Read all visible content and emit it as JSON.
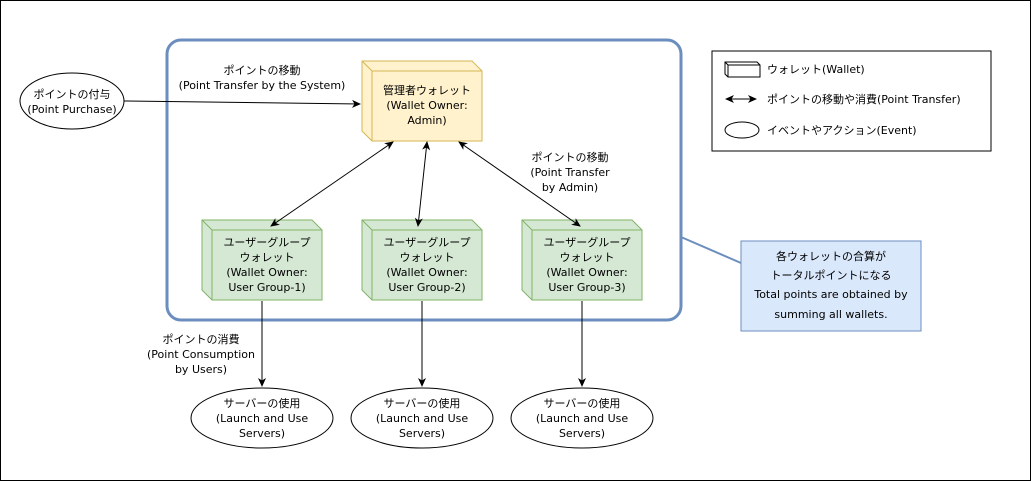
{
  "wallets": {
    "admin": {
      "line1": "管理者ウォレット",
      "line2": "(Wallet Owner:",
      "line3": "Admin)"
    },
    "group1": {
      "line1": "ユーザーグループ",
      "line2": "ウォレット",
      "line3": "(Wallet Owner:",
      "line4": "User Group-1)"
    },
    "group2": {
      "line1": "ユーザーグループ",
      "line2": "ウォレット",
      "line3": "(Wallet Owner:",
      "line4": "User Group-2)"
    },
    "group3": {
      "line1": "ユーザーグループ",
      "line2": "ウォレット",
      "line3": "(Wallet Owner:",
      "line4": "User Group-3)"
    }
  },
  "events": {
    "purchase": {
      "line1": "ポイントの付与",
      "line2": "(Point Purchase)"
    },
    "server1": {
      "line1": "サーバーの使用",
      "line2": "(Launch and Use",
      "line3": "Servers)"
    },
    "server2": {
      "line1": "サーバーの使用",
      "line2": "(Launch and Use",
      "line3": "Servers)"
    },
    "server3": {
      "line1": "サーバーの使用",
      "line2": "(Launch and Use",
      "line3": "Servers)"
    }
  },
  "edge_labels": {
    "system_transfer": {
      "line1": "ポイントの移動",
      "line2": "(Point Transfer by the System)"
    },
    "admin_transfer": {
      "line1": "ポイントの移動",
      "line2": "(Point Transfer",
      "line3": "by Admin)"
    },
    "consumption": {
      "line1": "ポイントの消費",
      "line2": "(Point Consumption",
      "line3": "by Users)"
    }
  },
  "legend": {
    "wallet": "ウォレット(Wallet)",
    "transfer": "ポイントの移動や消費(Point Transfer)",
    "event": "イベントやアクション(Event)"
  },
  "note": {
    "jp1": "各ウォレットの合算が",
    "jp2": "トータルポイントになる",
    "en1": "Total points are obtained by",
    "en2": "summing all wallets."
  },
  "colors": {
    "admin_fill": "#fff2cc",
    "admin_stroke": "#d6b656",
    "group_fill": "#d5e8d4",
    "group_stroke": "#82b366",
    "container_stroke": "#6c8ebf",
    "note_fill": "#dae8fc",
    "note_stroke": "#6c8ebf"
  },
  "icons": [
    "wallet-cube-icon",
    "double-arrow-icon",
    "event-ellipse-icon"
  ]
}
